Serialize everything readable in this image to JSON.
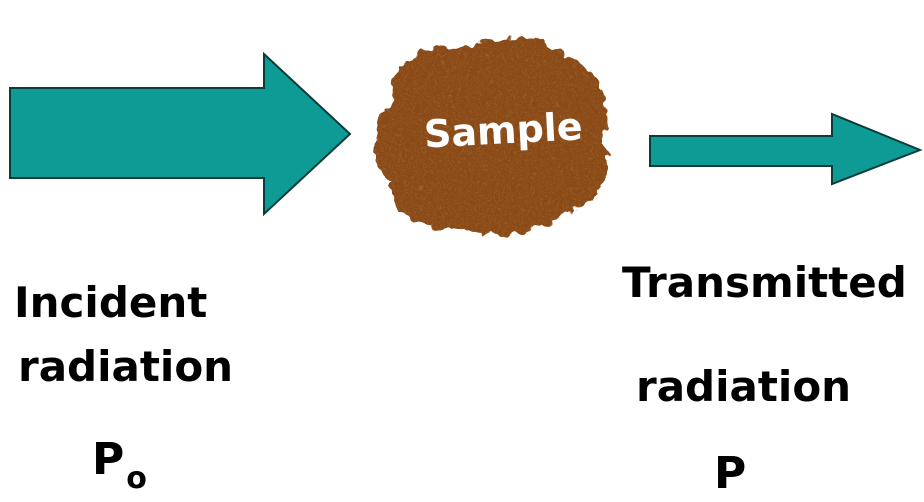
{
  "colors": {
    "arrow_fill": "#0e9b96",
    "arrow_stroke": "#0b3c3a",
    "sample_fill": "#8a4a17",
    "sample_dark": "#5e2e0b",
    "sample_text": "#ffffff"
  },
  "sample": {
    "label": "Sample"
  },
  "incident": {
    "line1": "Incident",
    "line2": "radiation",
    "symbol": "P",
    "symbol_subscript": "o"
  },
  "transmitted": {
    "line1": "Transmitted",
    "line2": "radiation",
    "symbol": "P"
  }
}
